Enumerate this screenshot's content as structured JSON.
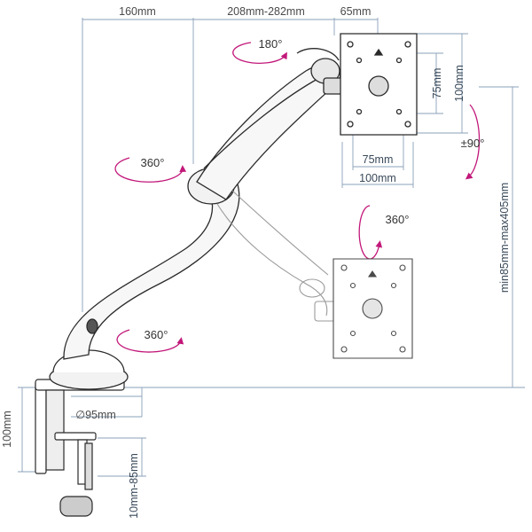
{
  "colors": {
    "dimension_line": "#8aa0b8",
    "rotation_arrow": "#c2187a",
    "outline": "#2a2a2a"
  },
  "dimensions": {
    "top_left": "160mm",
    "top_mid": "208mm-282mm",
    "top_right": "65mm",
    "plate_inner_v": "75mm",
    "plate_outer_v": "100mm",
    "plate_inner_h": "75mm",
    "plate_outer_h": "100mm",
    "height_range": "min85mm-max405mm",
    "base_diameter": "∅95mm",
    "clamp_height": "100mm",
    "clamp_range": "10mm-85mm"
  },
  "rotations": {
    "top": "180°",
    "tilt": "±90°",
    "arm": "360°",
    "swivel": "360°",
    "base": "360°"
  }
}
